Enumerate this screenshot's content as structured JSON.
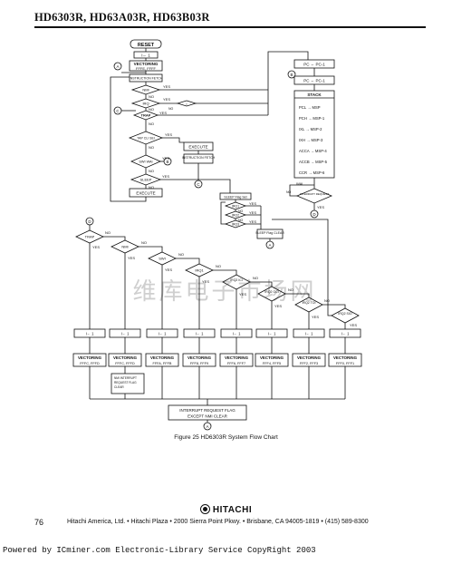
{
  "header": {
    "title": "HD6303R, HD63A03R, HD63B03R"
  },
  "flow": {
    "reset": "RESET",
    "i1": "I← 1",
    "vectoring": "VECTORING",
    "vec_addr": "FFFE, FFFF",
    "instr_fetch": "INSTRUCTION FETCH",
    "nmi": "NMI",
    "yes": "YES",
    "no": "NO",
    "irq": "IRQ",
    "i_small": "I",
    "trap": "TRAP",
    "tap_cli_sei": "TAP CLI SEI",
    "execute": "EXECUTE",
    "swi_wai": "SWI WAI",
    "instruction_fetch": "INSTRUCTION FETCH",
    "sleep": "SLEEP",
    "sleep_flag_set": "SLEEP Flag Set",
    "sleep_flag_clear": "SLEEP Flag CLEAR",
    "irq1": "IRQ1",
    "irq2": "IRQ2",
    "irq3": "IRQ3",
    "pc_inc": "PC ← PC-1",
    "stack": "STACK",
    "stack_items": [
      "PCL → MSP",
      "PCH → MSP-1",
      "IXL → MSP-2",
      "IXH → MSP-3",
      "ACCA → MSP-4",
      "ACCB → MSP-5",
      "CCR → MSP-6"
    ],
    "wai": "WAI",
    "interrupt_request": "INTERRUPT REQUEST",
    "conn_a": "A",
    "conn_b": "B",
    "conn_c": "C",
    "conn_d": "D",
    "pri_swi": "SWI",
    "pri_irq1": "IRQ1",
    "pri_irq2ici": "IRQ2 ICI",
    "pri_irq2oci": "IRQ2 OCI",
    "pri_irq2toi": "IRQ2 TOI",
    "pri_irq2sio": "IRQ2 SIO",
    "vec_cols": [
      "FFFC, FFFD",
      "FFFC, FFFD",
      "FFFA, FFFB",
      "FFF8, FFF9",
      "FFF6, FFF7",
      "FFF4, FFF5",
      "FFF2, FFF3",
      "FFF0, FFF1"
    ],
    "nmi_clear": "NMI INTERRUPT REQUEST FLAG CLEAR",
    "final_1": "INTERRUPT REQUEST FLAG",
    "final_2": "EXCEPT NMI CLEAR"
  },
  "watermark": "维库电子市场网",
  "caption": "Figure 25   HD6303R System Flow Chart",
  "brand": "HITACHI",
  "page_number": "76",
  "address": "Hitachi America, Ltd. • Hitachi Plaza • 2000 Sierra Point Pkwy. • Brisbane, CA 94005-1819 • (415) 589-8300",
  "footer": "Powered by ICminer.com Electronic-Library Service CopyRight 2003"
}
